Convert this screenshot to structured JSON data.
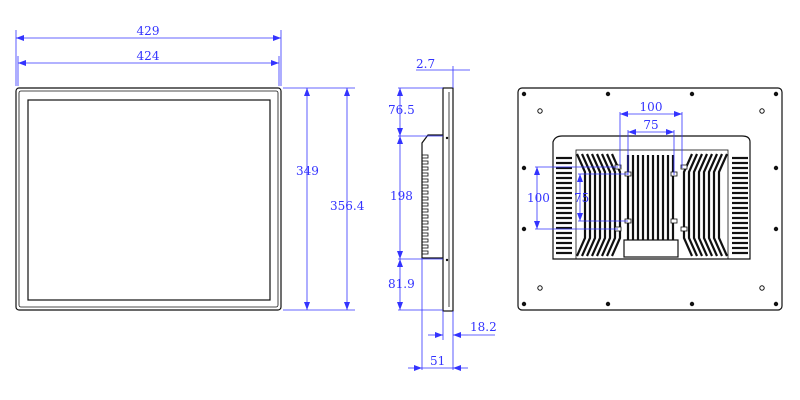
{
  "title": "Panel display dimension drawing",
  "front_view": {
    "overall_width": "429",
    "bezel_width": "424",
    "screen_height": "349",
    "overall_height": "356.4"
  },
  "side_view": {
    "bezel_depth": "2.7",
    "top_offset": "76.5",
    "housing_height": "198",
    "bottom_offset": "81.9",
    "panel_depth": "18.2",
    "total_depth": "51"
  },
  "back_view": {
    "vesa_outer_h": "100",
    "vesa_inner_h": "75",
    "vesa_outer_v": "100",
    "vesa_inner_v": "75"
  },
  "colors": {
    "dimension": "#3333ff",
    "outline": "#111111"
  }
}
